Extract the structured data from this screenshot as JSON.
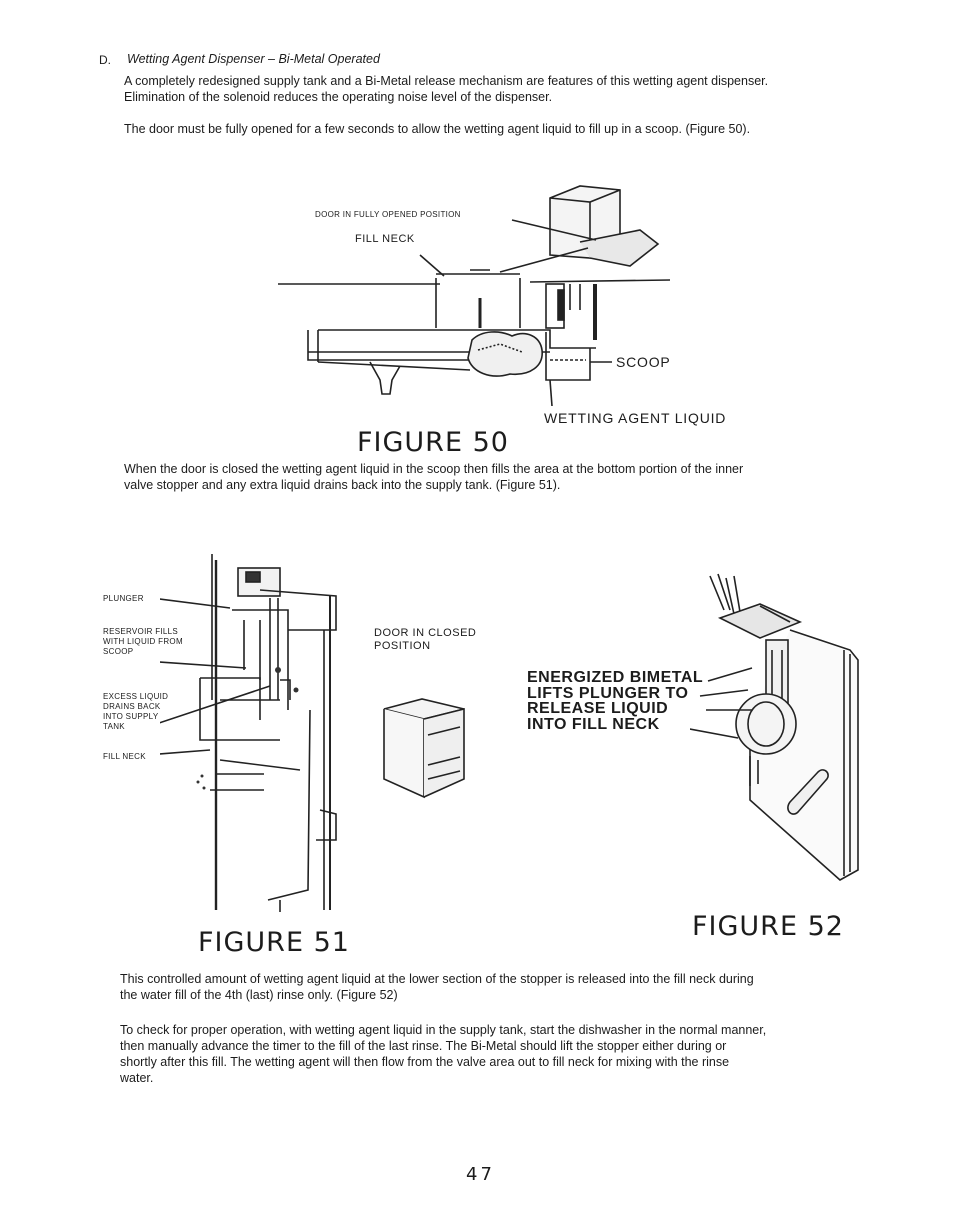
{
  "section": {
    "letter": "D.",
    "title": "Wetting Agent Dispenser – Bi-Metal Operated"
  },
  "paragraphs": {
    "intro_line1": "A completely redesigned supply tank and a Bi-Metal release mechanism are features of this wetting agent dispenser.",
    "intro_line2": "Elimination of the solenoid reduces the operating noise level of the dispenser.",
    "door_line": "The door must be fully opened for a few seconds to allow the wetting agent liquid to fill up in a scoop. (Figure 50).",
    "closed_line1": "When the door is closed the wetting agent liquid in the scoop then fills the area at the bottom portion of the inner",
    "closed_line2": "valve stopper and any extra liquid drains back into the supply tank. (Figure 51).",
    "controlled_line1": "This controlled amount of wetting agent liquid at the lower section of the stopper is released into the fill neck during",
    "controlled_line2": "the water fill of the 4th (last) rinse only. (Figure 52)",
    "check_line1": "To check for proper operation, with wetting agent liquid in the supply tank, start the dishwasher in the normal manner,",
    "check_line2": "then manually advance the timer to the fill of the last rinse. The Bi-Metal should lift the stopper either during or",
    "check_line3": "shortly after this fill. The wetting agent will then flow from the valve area out to fill neck for mixing with the rinse",
    "check_line4": "water."
  },
  "figure50": {
    "title": "FIGURE 50",
    "label_door": "DOOR IN FULLY OPENED POSITION",
    "label_fill_neck": "FILL NECK",
    "label_scoop": "SCOOP",
    "label_liquid": "WETTING AGENT LIQUID"
  },
  "figure51": {
    "title": "FIGURE 51",
    "label_plunger": "PLUNGER",
    "label_reservoir_1": "RESERVOIR FILLS",
    "label_reservoir_2": "WITH LIQUID FROM",
    "label_reservoir_3": "SCOOP",
    "label_excess_1": "EXCESS LIQUID",
    "label_excess_2": "DRAINS BACK",
    "label_excess_3": "INTO SUPPLY",
    "label_excess_4": "TANK",
    "label_fill_neck": "FILL NECK",
    "label_door_1": "DOOR IN CLOSED",
    "label_door_2": "POSITION"
  },
  "figure52": {
    "title": "FIGURE 52",
    "label_1": "ENERGIZED BIMETAL",
    "label_2": "LIFTS PLUNGER TO",
    "label_3": "RELEASE LIQUID",
    "label_4": "INTO FILL NECK"
  },
  "page_number": "47"
}
